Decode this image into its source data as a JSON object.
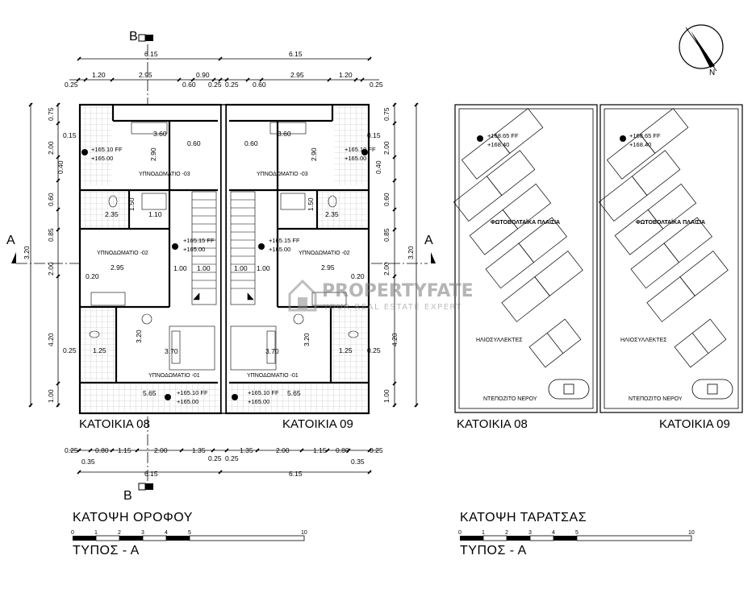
{
  "section_labels": {
    "left": "B",
    "left_bottom": "B",
    "a_left": "A",
    "a_right": "A"
  },
  "floor_plan": {
    "title": "ΚΑΤΟΨΗ ΟΡΟΦΟΥ",
    "type_label": "ΤΥΠΟΣ - Α",
    "house_left": "ΚΑΤΟΙΚΙΑ 08",
    "house_right": "ΚΑΤΟΙΚΙΑ 09",
    "top_total_left": "6.15",
    "top_total_right": "6.15",
    "top_dims_left": [
      "0.25",
      "1.20",
      "2.95",
      "0.60",
      "0.90",
      "0.25"
    ],
    "top_dims_right": [
      "0.25",
      "0.60",
      "2.95",
      "1.20",
      "0.25"
    ],
    "bottom_total_left": "6.15",
    "bottom_total_right": "6.15",
    "bottom_dims": [
      "0.25",
      "0.80",
      "1.15",
      "2.00",
      "1.35",
      "1.35",
      "2.00",
      "1.15",
      "0.80",
      "0.25"
    ],
    "bottom_small": [
      "0.35",
      "0.25",
      "0.25",
      "0.35"
    ],
    "left_dims": [
      "0.75",
      "0.15",
      "2.00",
      "0.40",
      "0.60",
      "0.85",
      "3.20",
      "2.00",
      "4.20",
      "0.25",
      "1.00"
    ],
    "right_dims": [
      "0.75",
      "0.15",
      "2.00",
      "0.40",
      "0.60",
      "0.85",
      "3.20",
      "2.00",
      "4.20",
      "0.25",
      "1.00"
    ],
    "rooms_left": {
      "bedroom3": "ΥΠΝΟΔΩΜΑΤΙΟ -03",
      "bedroom2": "ΥΠΝΟΔΩΜΑΤΙΟ -02",
      "bedroom1": "ΥΠΝΟΔΩΜΑΤΙΟ -01"
    },
    "rooms_right": {
      "bedroom3": "ΥΠΝΟΔΩΜΑΤΙΟ -03",
      "bedroom2": "ΥΠΝΟΔΩΜΑΤΙΟ -02",
      "bedroom1": "ΥΠΝΟΔΩΜΑΤΙΟ -01"
    },
    "inner_dims_left": [
      "3.60",
      "0.60",
      "2.90",
      "2.35",
      "1.50",
      "1.10",
      "2.95",
      "0.20",
      "1.00",
      "1.00",
      "3.20",
      "3.70",
      "1.25",
      "5.65"
    ],
    "inner_dims_right": [
      "0.60",
      "3.60",
      "2.90",
      "1.50",
      "2.35",
      "1.00",
      "2.95",
      "0.20",
      "1.00",
      "3.20",
      "3.70",
      "1.25",
      "5.65"
    ],
    "levels": [
      {
        "ff": "+165.10 FF",
        "fl": "+165.00"
      },
      {
        "ff": "+165.15 FF",
        "fl": "+165.00"
      },
      {
        "ff": "+165.10 FF",
        "fl": "+165.00"
      }
    ],
    "scale": [
      "0",
      "1",
      "2",
      "3",
      "4",
      "5",
      "10"
    ]
  },
  "roof_plan": {
    "title": "ΚΑΤΟΨΗ ΤΑΡΑΤΣΑΣ",
    "type_label": "ΤΥΠΟΣ - Α",
    "house_left": "ΚΑΤΟΙΚΙΑ 08",
    "house_right": "ΚΑΤΟΙΚΙΑ 09",
    "level_ff": "+168.65 FF",
    "level_fl": "+168.40",
    "pv_label": "ΦΩΤΟΒΟΛΤΑΪΚΑ ΠΛΑΙΣΙΑ",
    "collectors_label": "ΗΛΙΟΣΥΛΛΕΚΤΕΣ",
    "tank_label": "ΝΤΕΠΟΖΙΤΟ ΝΕΡΟΥ",
    "scale": [
      "0",
      "1",
      "2",
      "3",
      "4",
      "5",
      "10"
    ]
  },
  "north_label": "N",
  "watermark": {
    "name": "PROPERTYFATE",
    "tagline": "YOUR REAL ESTATE EXPERT"
  }
}
